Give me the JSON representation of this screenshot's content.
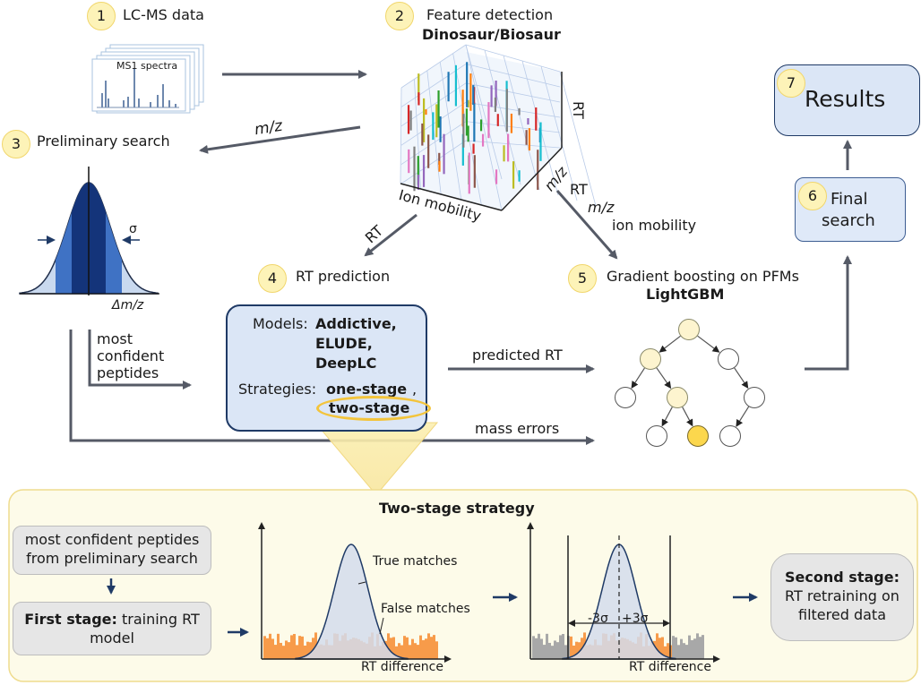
{
  "steps": [
    {
      "num": "1",
      "title": "LC-MS data"
    },
    {
      "num": "2",
      "title": "Feature detection",
      "subtitle": "Dinosaur/Biosaur"
    },
    {
      "num": "3",
      "title": "Preliminary search"
    },
    {
      "num": "4",
      "title": "RT prediction"
    },
    {
      "num": "5",
      "title": "Gradient boosting on PFMs",
      "subtitle": "LightGBM"
    },
    {
      "num": "6",
      "title": "Final",
      "title2": "search"
    },
    {
      "num": "7",
      "title": "Results"
    }
  ],
  "spectra_label": "MS1 spectra",
  "plot3d": {
    "axis_rt": "RT",
    "axis_mz": "m/z",
    "axis_im": "Ion mobility"
  },
  "gaussian": {
    "sigma": "σ",
    "xlabel": "Δm/z"
  },
  "arrows": {
    "mz": "m/z",
    "rt_down": "RT",
    "rt_right": "RT",
    "mz_right": "m/z",
    "ion_mobility": "ion mobility",
    "most_confident": [
      "most",
      "confident",
      "peptides"
    ],
    "predicted_rt": "predicted RT",
    "mass_errors": "mass errors"
  },
  "rt_box": {
    "models_prefix": "Models:",
    "models": [
      "Addictive,",
      "ELUDE,",
      "DeepLC"
    ],
    "strategies_prefix": "Strategies:",
    "strategy1": "one-stage",
    "strategy1_suffix": ",",
    "strategy2": "two-stage"
  },
  "two_stage": {
    "title": "Two-stage strategy",
    "box1_lines": [
      "most confident peptides",
      "from preliminary search"
    ],
    "box2_bold": "First stage:",
    "box2_rest": " training RT",
    "box2_line2": "model",
    "hist1": {
      "true_label": "True matches",
      "false_label": "False matches",
      "xlabel": "RT difference"
    },
    "hist2": {
      "minus": "-3σ",
      "plus": "+3σ",
      "xlabel": "RT difference"
    },
    "box3_bold": "Second stage:",
    "box3_lines": [
      "RT retraining on",
      "filtered data"
    ]
  },
  "colors": {
    "accent_yellow": "#f3c43b",
    "dark_blue": "#1f3a66",
    "light_blue": "#dbe6f6",
    "orange": "#f79b4a",
    "panel_bg": "#fdfbe9"
  }
}
